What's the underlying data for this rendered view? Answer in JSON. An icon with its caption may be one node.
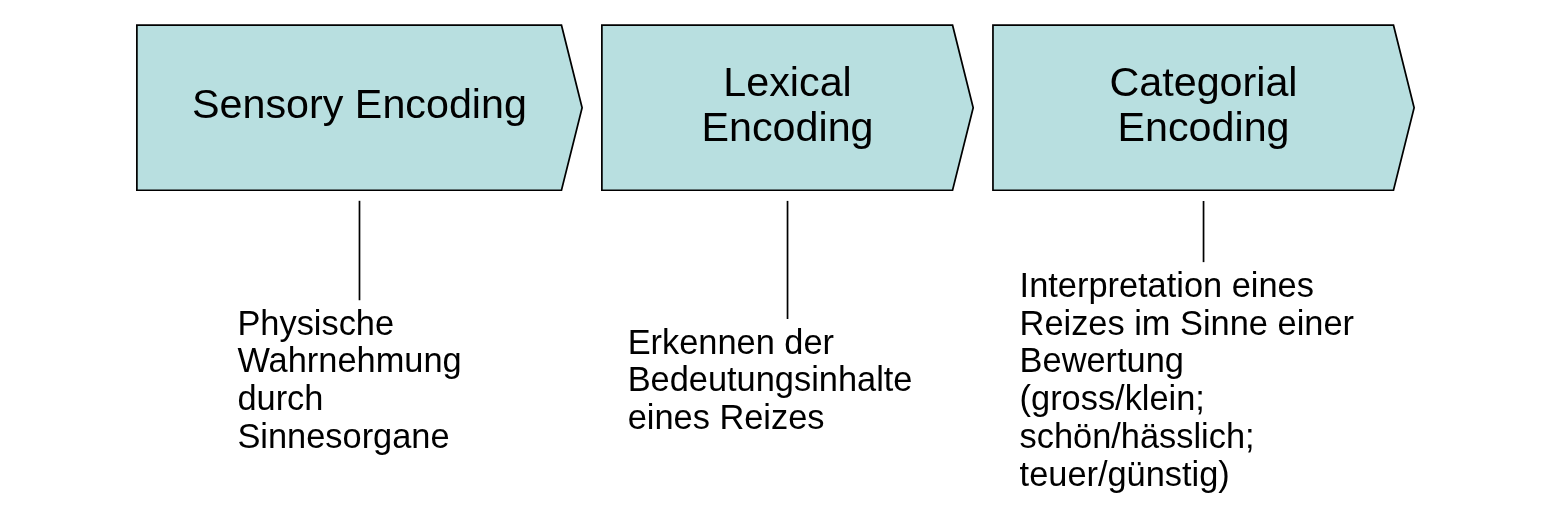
{
  "diagram": {
    "nodes": [
      {
        "text": [
          "Sensory Encoding"
        ]
      },
      {
        "text": [
          "Lexical Encoding"
        ]
      },
      {
        "text": [
          "Categorial Encoding"
        ]
      },
      {
        "text": [
          "Physische Wahrnehmung durch Sinnesorgane"
        ]
      },
      {
        "text": [
          "Erkennen der Bedeutungsinhalte eines Reizes"
        ]
      },
      {
        "text": [
          "Interpretation eines Reizes im Sinne einer Bewertung (gross/klein; schön/hässlich; teuer/günstig)"
        ]
      }
    ],
    "edges": [
      {
        "from": 3,
        "to": 0,
        "arrow": "none"
      },
      {
        "from": 4,
        "to": 1,
        "arrow": "none"
      },
      {
        "from": 5,
        "to": 2,
        "arrow": "none"
      }
    ]
  }
}
